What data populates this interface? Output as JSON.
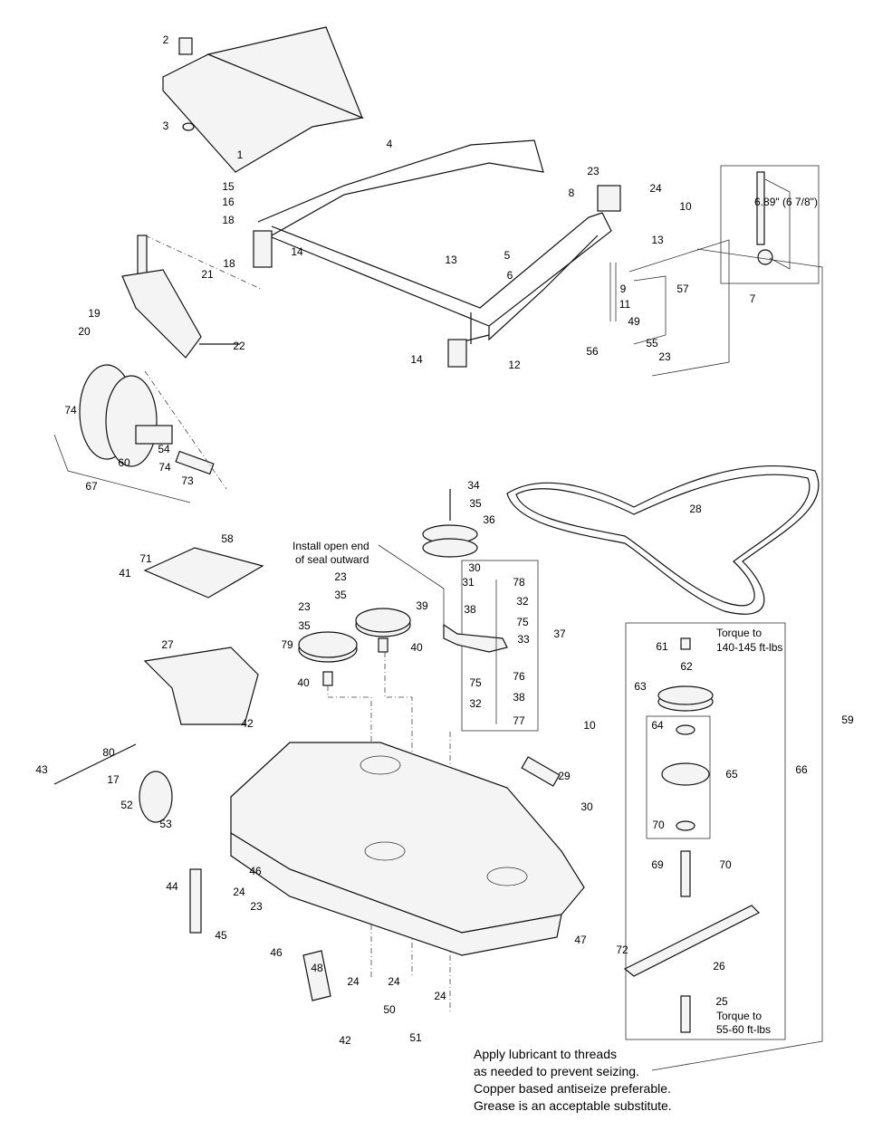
{
  "diagram": {
    "callouts": [
      "2",
      "3",
      "1",
      "4",
      "15",
      "16",
      "18",
      "14",
      "18",
      "13",
      "5",
      "6",
      "23",
      "8",
      "24",
      "10",
      "13",
      "57",
      "7",
      "9",
      "11",
      "49",
      "56",
      "55",
      "23",
      "14",
      "12",
      "19",
      "20",
      "21",
      "22",
      "74",
      "54",
      "60",
      "74",
      "73",
      "67",
      "34",
      "35",
      "36",
      "28",
      "58",
      "71",
      "41",
      "30",
      "78",
      "31",
      "32",
      "38",
      "75",
      "23",
      "35",
      "39",
      "23",
      "35",
      "33",
      "37",
      "79",
      "40",
      "40",
      "76",
      "75",
      "38",
      "32",
      "77",
      "27",
      "61",
      "62",
      "63",
      "10",
      "64",
      "65",
      "66",
      "59",
      "30",
      "70",
      "69",
      "70",
      "42",
      "80",
      "43",
      "17",
      "29",
      "52",
      "53",
      "46",
      "24",
      "23",
      "44",
      "45",
      "47",
      "46",
      "48",
      "72",
      "26",
      "24",
      "24",
      "50",
      "24",
      "25",
      "42",
      "51"
    ],
    "detail_dimension": "6.89\" (6 7/8\")",
    "notes": {
      "seal_line1": "Install open end",
      "seal_line2": "of seal outward",
      "torque_top_line1": "Torque to",
      "torque_top_line2": "140-145 ft-lbs",
      "torque_bottom_line1": "Torque to",
      "torque_bottom_line2": "55-60 ft-lbs",
      "lube_lines": [
        "Apply lubricant to threads",
        "as needed to prevent seizing.",
        "Copper based antiseize preferable.",
        "Grease is an acceptable substitute."
      ]
    }
  }
}
